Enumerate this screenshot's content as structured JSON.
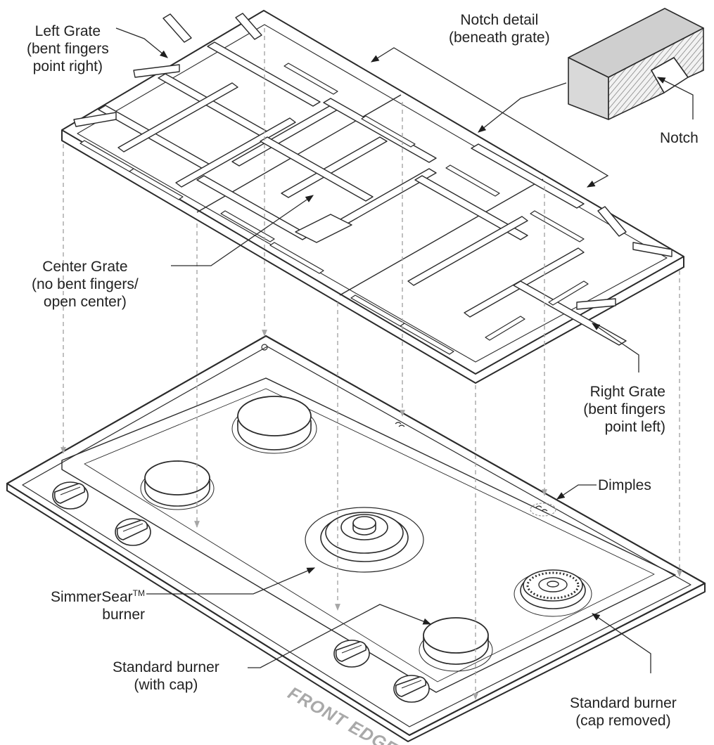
{
  "labels": {
    "left_grate": [
      "Left Grate",
      "(bent fingers",
      "point right)"
    ],
    "notch_detail": [
      "Notch detail",
      "(beneath grate)"
    ],
    "notch": "Notch",
    "center_grate": [
      "Center Grate",
      "(no bent fingers/",
      "open center)"
    ],
    "right_grate": [
      "Right Grate",
      "(bent fingers",
      "point left)"
    ],
    "dimples": "Dimples",
    "simmersear": [
      "SimmerSear",
      "TM",
      "burner"
    ],
    "std_cap": [
      "Standard burner",
      "(with cap)"
    ],
    "std_removed": [
      "Standard burner",
      "(cap removed)"
    ],
    "front_edge": "FRONT EDGE"
  },
  "colors": {
    "line": "#2b2b2b",
    "dashed": "#a6a6a6",
    "front_edge_text": "#a9a9a9",
    "notch_face": "#d4d4d4"
  }
}
